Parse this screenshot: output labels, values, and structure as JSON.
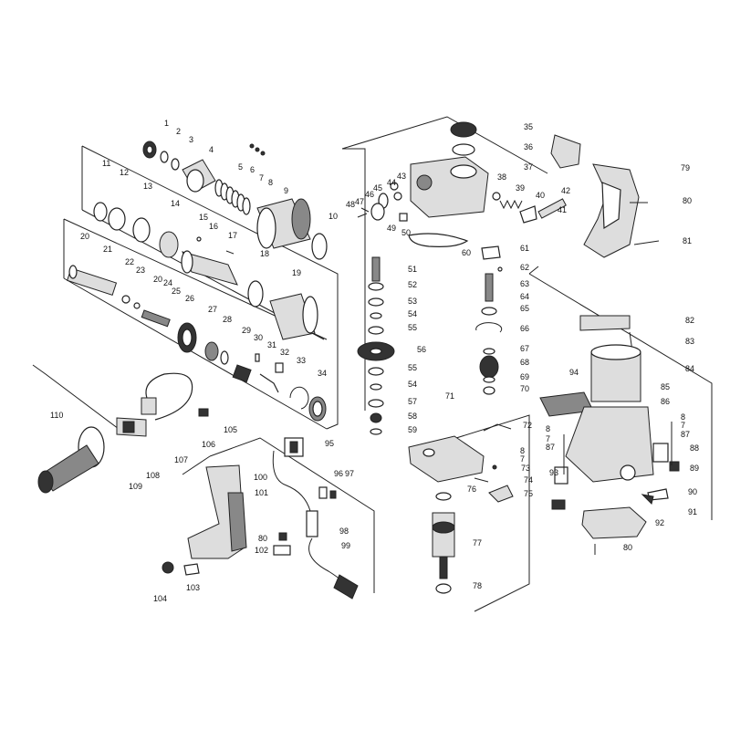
{
  "diagram": {
    "callouts": [
      "1",
      "2",
      "3",
      "4",
      "5",
      "6",
      "7",
      "8",
      "9",
      "10",
      "11",
      "12",
      "13",
      "14",
      "15",
      "16",
      "17",
      "18",
      "19",
      "20",
      "21",
      "22",
      "23",
      "20",
      "24",
      "25",
      "26",
      "27",
      "28",
      "29",
      "30",
      "31",
      "32",
      "33",
      "34",
      "110",
      "105",
      "106",
      "107",
      "108",
      "109",
      "35",
      "36",
      "37",
      "38",
      "39",
      "40",
      "41",
      "42",
      "43",
      "44",
      "45",
      "46",
      "47",
      "48",
      "49",
      "50",
      "51",
      "52",
      "53",
      "54",
      "55",
      "56",
      "55",
      "54",
      "57",
      "58",
      "59",
      "60",
      "61",
      "62",
      "63",
      "64",
      "65",
      "66",
      "67",
      "68",
      "69",
      "70",
      "71",
      "72",
      "8",
      "7",
      "73",
      "74",
      "75",
      "76",
      "77",
      "78",
      "79",
      "80",
      "81",
      "82",
      "83",
      "84",
      "94",
      "85",
      "86",
      "8",
      "7",
      "87",
      "88",
      "89",
      "90",
      "91",
      "92",
      "93",
      "8",
      "7",
      "87",
      "80",
      "95",
      "96",
      "97",
      "100",
      "101",
      "98",
      "99",
      "80",
      "102",
      "103",
      "104"
    ]
  }
}
